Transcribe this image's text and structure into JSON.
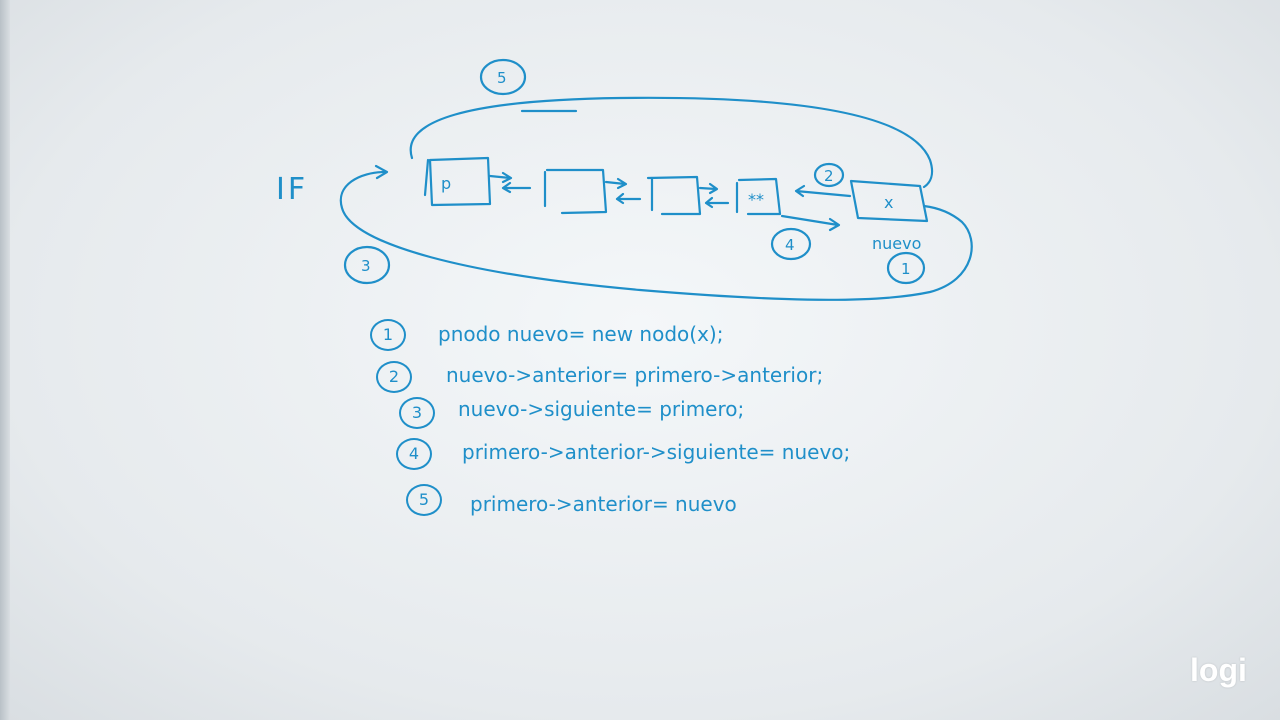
{
  "diagram": {
    "condition_label": "IF",
    "nodes": [
      {
        "label": "p"
      },
      {
        "label": ""
      },
      {
        "label": ""
      },
      {
        "label": "**"
      },
      {
        "label": "x"
      }
    ],
    "new_node_caption": "nuevo",
    "markers": [
      "5",
      "2",
      "3",
      "4",
      "1"
    ]
  },
  "steps": [
    {
      "number": "1",
      "text": "pnodo nuevo= new nodo(x);"
    },
    {
      "number": "2",
      "text": "nuevo->anterior= primero->anterior;"
    },
    {
      "number": "3",
      "text": "nuevo->siguiente= primero;"
    },
    {
      "number": "4",
      "text": "primero->anterior->siguiente= nuevo;"
    },
    {
      "number": "5",
      "text": "primero->anterior= nuevo"
    }
  ],
  "camera": {
    "brand": "logi"
  },
  "colors": {
    "ink": "#1f8fc9",
    "board": "#eef2f5"
  }
}
